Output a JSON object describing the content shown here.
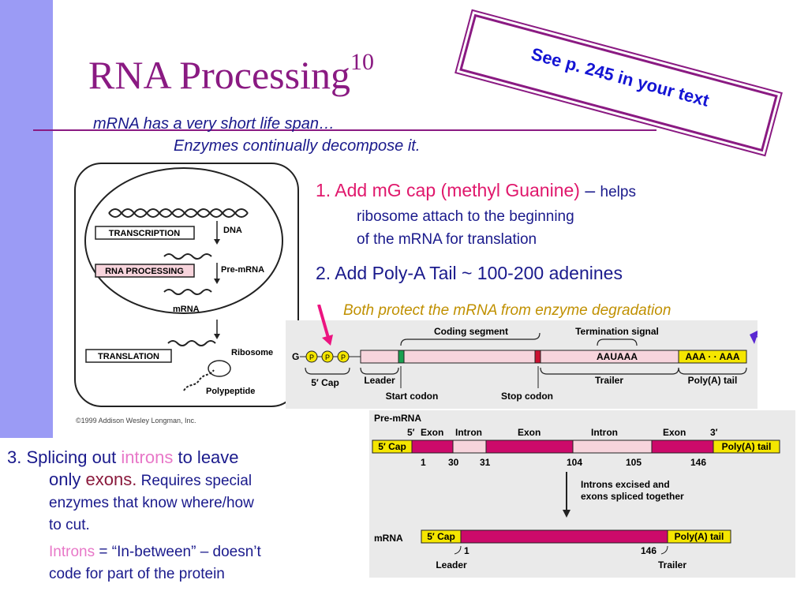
{
  "slide": {
    "title": "RNA Processing",
    "title_superscript": "10",
    "subtitle_line1": "mRNA has a very short life span…",
    "subtitle_line2": "Enzymes continually decompose it.",
    "stamp_text": "See p. 245 in your text"
  },
  "points": {
    "p1_main": "1. Add mG cap (methyl Guanine)",
    "p1_dash": " – ",
    "p1_helps": "helps",
    "p1_line2": "ribosome attach to the beginning",
    "p1_line3": "of the mRNA for translation",
    "p2": "2. Add Poly-A Tail ~ 100-200 adenines",
    "protect_note": "Both protect the mRNA from enzyme degradation",
    "p3_a": "3. Splicing out ",
    "p3_introns": "introns",
    "p3_b": " to leave",
    "p3_only": "only ",
    "p3_exons": "exons.",
    "p3_requires": " Requires special",
    "p3_line3": "enzymes that know where/how",
    "p3_line4": "to cut.",
    "introns_word": "Introns",
    "introns_def1": " = “In-between” – doesn’t",
    "introns_def2": "code for part of the protein"
  },
  "cell_diagram": {
    "transcription": "TRANSCRIPTION",
    "rna_processing": "RNA PROCESSING",
    "translation": "TRANSLATION",
    "dna": "DNA",
    "pre_mrna": "Pre-mRNA",
    "mrna": "mRNA",
    "ribosome": "Ribosome",
    "polypeptide": "Polypeptide",
    "copyright": "©1999 Addison Wesley Longman, Inc."
  },
  "mrna_diagram": {
    "g": "G",
    "p": "P",
    "cap": "5′ Cap",
    "leader": "Leader",
    "start_codon": "Start codon",
    "coding_segment": "Coding segment",
    "stop_codon": "Stop codon",
    "termination_signal": "Termination signal",
    "aauaaa": "AAUAAA",
    "trailer": "Trailer",
    "aaa": "AAA · · AAA",
    "poly_a_tail": "Poly(A) tail",
    "colors": {
      "pink": "#f7d4dc",
      "yellow": "#f5e600",
      "green": "#1aa050",
      "red": "#cc1030"
    }
  },
  "splicing_diagram": {
    "pre_mrna": "Pre-mRNA",
    "five": "5′",
    "exon": "Exon",
    "intron": "Intron",
    "three": "3′",
    "cap": "5′ Cap",
    "poly_a_tail": "Poly(A) tail",
    "numbers": [
      "1",
      "30",
      "31",
      "104",
      "105",
      "146"
    ],
    "excised_line1": "Introns excised and",
    "excised_line2": "exons spliced together",
    "mrna": "mRNA",
    "mrna_numbers": [
      "1",
      "146"
    ],
    "leader": "Leader",
    "trailer": "Trailer",
    "colors": {
      "exon": "#cc0a6a",
      "intron": "#f7d4dc",
      "yellow": "#f5e600"
    }
  }
}
